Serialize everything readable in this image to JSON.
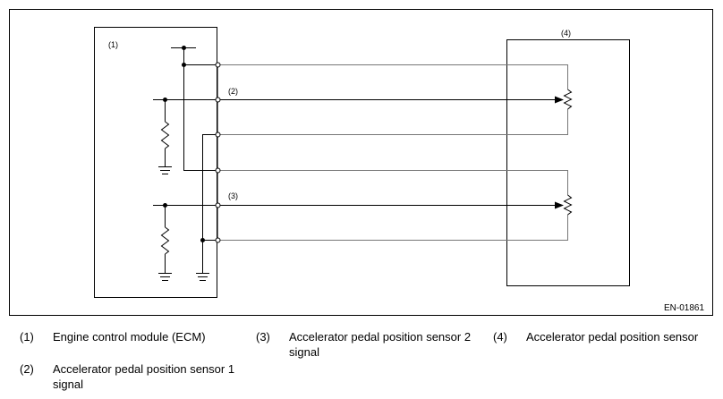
{
  "diagram": {
    "labels": {
      "ecm": "(1)",
      "signal1": "(2)",
      "signal2": "(3)",
      "sensor": "(4)"
    },
    "figure_code": "EN-01861"
  },
  "legend": [
    {
      "num": "(1)",
      "text": "Engine control module (ECM)"
    },
    {
      "num": "(2)",
      "text": "Accelerator pedal position sensor 1 signal"
    },
    {
      "num": "(3)",
      "text": "Accelerator pedal position sensor 2 signal"
    },
    {
      "num": "(4)",
      "text": "Accelerator pedal position sensor"
    }
  ]
}
